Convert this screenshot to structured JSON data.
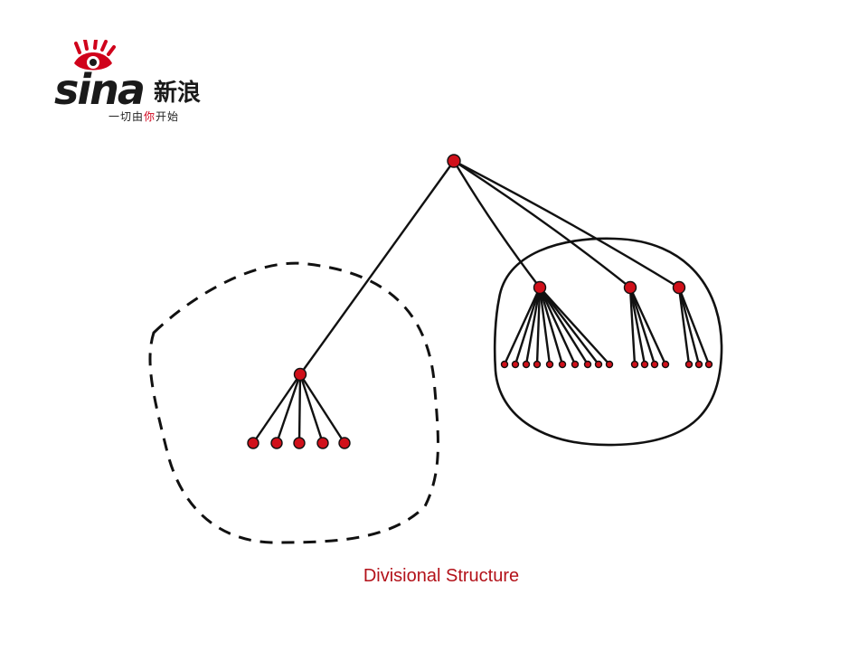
{
  "logo": {
    "wordmark": "sina",
    "chinese_name": "新浪",
    "slogan_pre": "一切由",
    "slogan_highlight": "你",
    "slogan_post": "开始",
    "accent_color": "#d0021b"
  },
  "caption": "Divisional Structure",
  "colors": {
    "node_fill": "#d0101a",
    "line": "#111111",
    "caption": "#b3121a"
  },
  "icons": [
    "sina-eye-icon"
  ]
}
